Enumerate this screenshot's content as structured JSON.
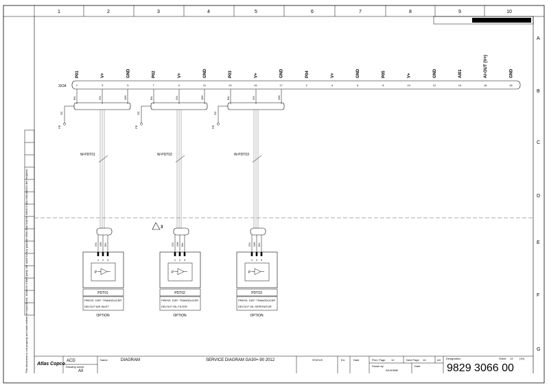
{
  "grid": {
    "columns": [
      "1",
      "2",
      "3",
      "4",
      "5",
      "6",
      "7",
      "8",
      "9",
      "10"
    ],
    "rows": [
      "A",
      "B",
      "C",
      "D",
      "E",
      "F",
      "G"
    ]
  },
  "connector": {
    "name": "3X34",
    "pins": [
      {
        "label": "P01",
        "num": "1"
      },
      {
        "label": "V+",
        "num": "3"
      },
      {
        "label": "GND",
        "num": "5"
      },
      {
        "label": "P02",
        "num": "7"
      },
      {
        "label": "V+",
        "num": "9"
      },
      {
        "label": "GND",
        "num": "11"
      },
      {
        "label": "P03",
        "num": "13"
      },
      {
        "label": "V+",
        "num": "15"
      },
      {
        "label": "GND",
        "num": "17"
      },
      {
        "label": "P04",
        "num": "2"
      },
      {
        "label": "V+",
        "num": "4"
      },
      {
        "label": "GND",
        "num": "6"
      },
      {
        "label": "P05",
        "num": "8"
      },
      {
        "label": "V+",
        "num": "10"
      },
      {
        "label": "GND",
        "num": "12"
      },
      {
        "label": "AI01",
        "num": "14"
      },
      {
        "label": "AI-OUT (V+)",
        "num": "16"
      },
      {
        "label": "GND",
        "num": "18"
      }
    ]
  },
  "cable_colors": {
    "bn": "BN",
    "gn": "GN",
    "wh": "WH"
  },
  "shield": {
    "sc": "SC",
    "pe": "PE"
  },
  "sensors": [
    {
      "cable": "W-PDT01",
      "tag": "PDT01",
      "desc1": "PRESS. DIFF. TRANSDUCER",
      "desc2": "DELTA P  AIR INLET",
      "option": "OPTION"
    },
    {
      "cable": "W-PDT02",
      "tag": "PDT02",
      "desc1": "PRESS. DIFF. TRANSDUCER",
      "desc2": "DELTA P OIL FILTER",
      "option": "OPTION"
    },
    {
      "cable": "W-PDT03",
      "tag": "PDT03",
      "desc1": "PRESS. DIFF. TRANSDUCER",
      "desc2": "DELTA P OIL SEPERATOR",
      "option": "OPTION"
    }
  ],
  "terminal_nums": [
    "1",
    "2",
    "3"
  ],
  "sensor_symbol": "P",
  "revision_mark": "3",
  "titleblock": {
    "logo": "Atlas Copco",
    "acd": "ACD",
    "owner_label": "Drawing owner",
    "owner": "AII",
    "name_label": "Name",
    "name": "DIAGRAM",
    "title": "SERVICE DIAGRAM GA30+-90 2012",
    "status_label": "STATUS",
    "ed_label": "Ed.",
    "date_label": "Date",
    "prev_label": "Prev. Page",
    "prev": "12",
    "next_label": "Next Page",
    "next": "14",
    "size": "A3",
    "designation_label": "Designation",
    "sheet_label": "Sheet",
    "sheet": "13",
    "sheet_total": "(19)",
    "drawn_label": "Drawn by",
    "drawn": "WUX0650",
    "date2_label": "Date",
    "number": "9829 3066 00"
  },
  "side_note": "This document is our property and shall neither be reproduced, shown to a third party, nor used for any purpose other than that for which it was entrusted to the recipient.",
  "colors": {
    "line": "#000000",
    "wire": "#8a8a8a",
    "dash": "#8f8f8f",
    "frame": "#000000"
  }
}
